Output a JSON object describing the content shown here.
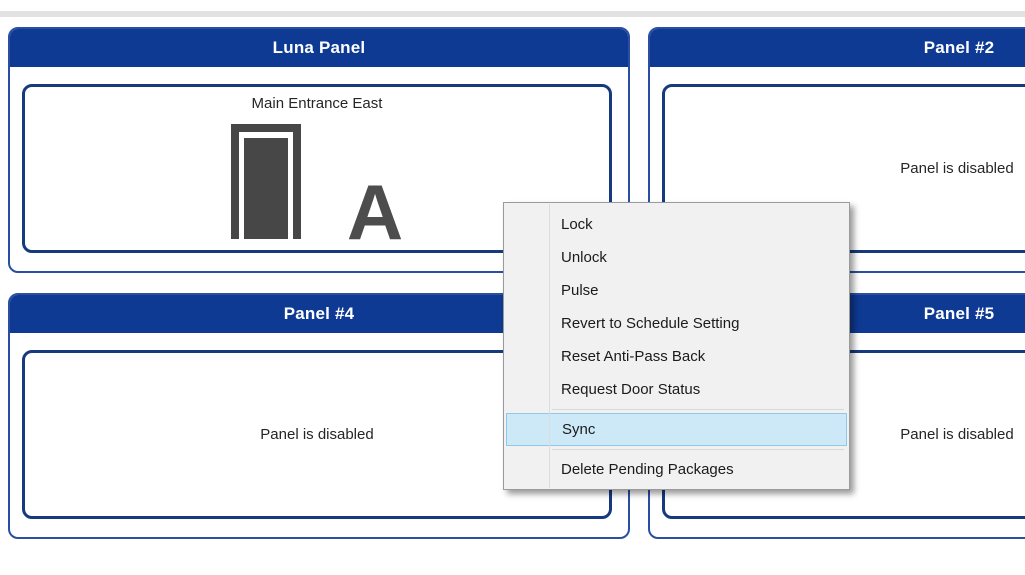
{
  "colors": {
    "header_blue": "#0e3a93",
    "outer_border_blue": "#2a4fa2",
    "inner_border_blue": "#17397e",
    "door_gray": "#474747",
    "menu_highlight_bg": "#cde9f8",
    "menu_highlight_border": "#8fc8ea"
  },
  "panels": [
    {
      "id": "luna",
      "title": "Luna Panel",
      "door": {
        "label": "Main Entrance East",
        "status_letter": "A"
      }
    },
    {
      "id": "panel-2",
      "title": "Panel #2",
      "status": "Panel is disabled"
    },
    {
      "id": "panel-4",
      "title": "Panel #4",
      "status": "Panel is disabled"
    },
    {
      "id": "panel-5",
      "title": "Panel #5",
      "status": "Panel is disabled"
    }
  ],
  "context_menu": {
    "highlighted_item": "Sync",
    "items": [
      {
        "label": "Lock"
      },
      {
        "label": "Unlock"
      },
      {
        "label": "Pulse"
      },
      {
        "label": "Revert to Schedule Setting"
      },
      {
        "label": "Reset Anti-Pass Back"
      },
      {
        "label": "Request Door Status"
      },
      {
        "label": "Sync"
      },
      {
        "label": "Delete Pending Packages"
      }
    ]
  }
}
